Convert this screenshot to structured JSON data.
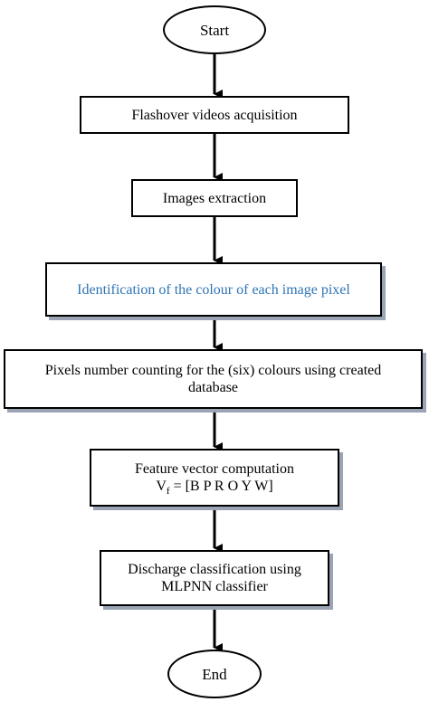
{
  "flowchart": {
    "start": "Start",
    "step1": "Flashover videos acquisition",
    "step2": "Images extraction",
    "step3": "Identification of the colour of each image pixel",
    "step4_line1": "Pixels number counting for the (six) colours using created",
    "step4_line2": "database",
    "step5_line1": "Feature vector computation",
    "step5_v": "V",
    "step5_sub": "f",
    "step5_rest": " = [B P R O Y W]",
    "step6_line1": "Discharge classification using",
    "step6_line2": "MLPNN classifier",
    "end": "End"
  },
  "colors": {
    "highlight_text": "#2e74b5",
    "border": "#000000"
  }
}
